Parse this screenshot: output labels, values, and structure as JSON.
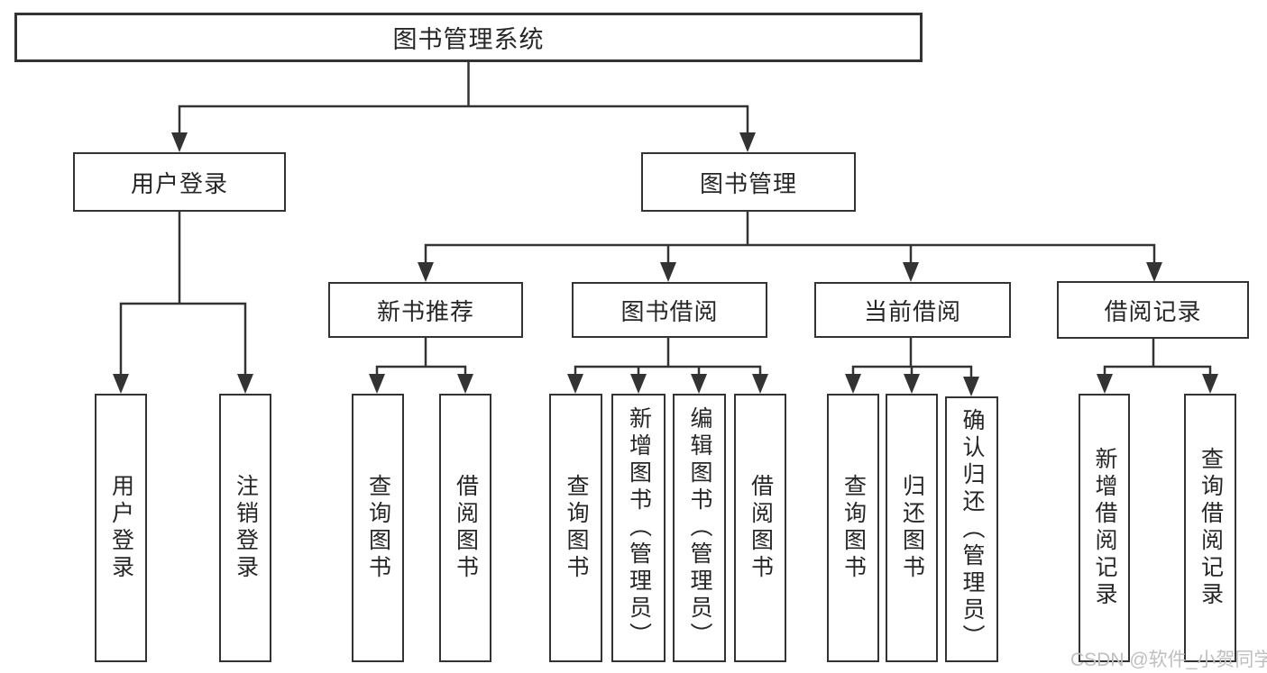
{
  "diagram_title": "图书管理系统",
  "nodes": {
    "root": "图书管理系统",
    "user_login": {
      "label": "用户登录",
      "children": [
        "用户登录",
        "注销登录"
      ]
    },
    "book_mgmt": {
      "label": "图书管理",
      "children": {
        "recommend": {
          "label": "新书推荐",
          "children": [
            "查询图书",
            "借阅图书"
          ]
        },
        "borrow": {
          "label": "图书借阅",
          "children": [
            "查询图书",
            "新增图书（管理员）",
            "编辑图书（管理员）",
            "借阅图书"
          ]
        },
        "current": {
          "label": "当前借阅",
          "children": [
            "查询图书",
            "归还图书",
            "确认归还（管理员）"
          ]
        },
        "records": {
          "label": "借阅记录",
          "children": [
            "新增借阅记录",
            "查询借阅记录"
          ]
        }
      }
    }
  },
  "watermark": {
    "text": "CSDN @软件_小贺同学"
  },
  "colors": {
    "line": "#333333",
    "box_border": "#333333",
    "text": "#262626",
    "background": "#ffffff",
    "watermark": "#bfbfbf"
  }
}
